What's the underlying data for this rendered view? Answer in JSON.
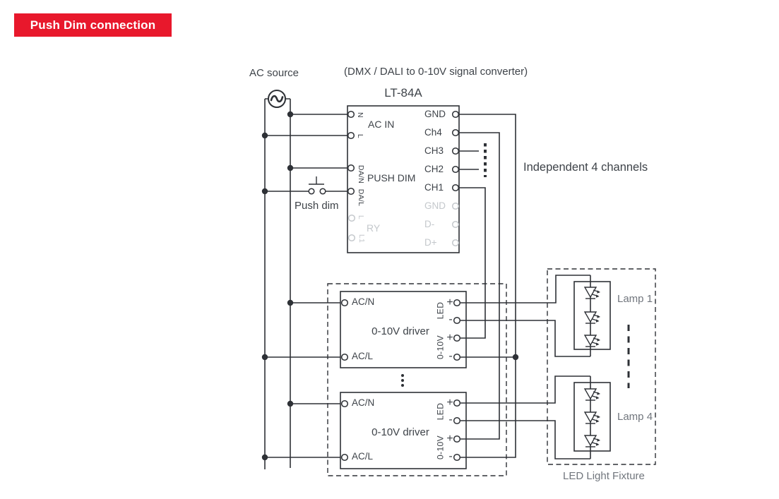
{
  "banner": {
    "label": "Push Dim connection"
  },
  "colors": {
    "red": "#e8182c",
    "line": "#2e3136",
    "text": "#3e4349",
    "inactive_gray": "#c4c8cc",
    "caption_gray": "#71767d"
  },
  "labels": {
    "ac_source": "AC source",
    "converter_subtitle": "(DMX / DALI to 0-10V signal converter)",
    "converter_title": "LT-84A",
    "ac_in_group": "AC IN",
    "push_dim_group": "PUSH DIM",
    "ry_group": "RY",
    "push_dim_switch": "Push dim",
    "annotation": "Independent 4 channels",
    "driver_name": "0-10V driver",
    "led_group": "LED",
    "dim_group": "0-10V",
    "fixture": "LED Light Fixture"
  },
  "pins": {
    "n": "N",
    "l": "L",
    "da_n": "DA/N",
    "da_l": "DA/L",
    "ry_l": "L",
    "ry_l1": "L1",
    "gnd": "GND",
    "ch4": "Ch4",
    "ch3": "CH3",
    "ch2": "CH2",
    "ch1": "CH1",
    "gnd_gray": "GND",
    "d_minus": "D-",
    "d_plus": "D+",
    "ac_n": "AC/N",
    "ac_l": "AC/L",
    "plus": "+",
    "minus": "-"
  },
  "lamps": [
    {
      "label": "Lamp 1"
    },
    {
      "label": "Lamp 4"
    }
  ]
}
